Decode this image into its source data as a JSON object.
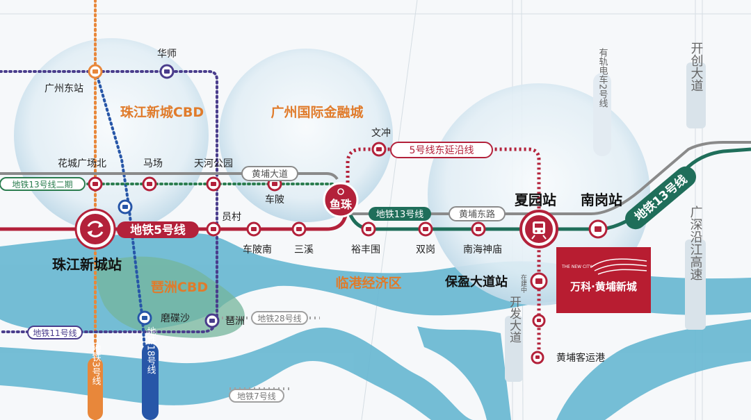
{
  "colors": {
    "line5": "#b3213a",
    "line13": "#1f6e5a",
    "line13b": "#2b7d4f",
    "line11": "#4a3d8c",
    "line18": "#2756a8",
    "line3": "#e8873a",
    "line5east": "#b3213a",
    "gray": "#7d7d7d",
    "district": "#e07b2b",
    "river": "#5fb0cc",
    "cbdArea": "#74b59b",
    "brandBg": "#b81d31"
  },
  "districts": {
    "zhujiang_cbd": "珠江新城CBD",
    "ifc": "广州国际金融城",
    "pazhou_cbd": "琶洲CBD",
    "lingang": "临港经济区"
  },
  "line_labels": {
    "l5": "地铁5号线",
    "l13_phase2": "地铁13号线二期",
    "l13": "地铁13号线",
    "l13_diag": "地铁13号线",
    "l5_east": "5号线东延沿线",
    "l11": "地铁11号线",
    "l28": "地铁28号线",
    "l7": "地铁7号线",
    "l3": "地铁3号线",
    "l18": "地铁18号线",
    "tram2": "有轨电车2号线"
  },
  "roads": {
    "huangpu_dadao": "黄埔大道",
    "huangpu_donglu": "黄埔东路",
    "kaichuang": "开创大道",
    "kaifa": "开发大道",
    "guangshen": "广深沿江高速"
  },
  "stations": {
    "guangzhou_east": "广州东站",
    "huashi": "华师",
    "huacheng": "花城广场北",
    "machang": "马场",
    "tianhe_park": "天河公园",
    "chebei": "车陂",
    "yuancun": "员村",
    "chebeinan": "车陂南",
    "sanxi": "三溪",
    "yuzhu": "鱼珠",
    "wenchong": "文冲",
    "yufengwei": "裕丰围",
    "shuanggang": "双岗",
    "nanhai": "南海神庙",
    "xiayuan": "夏园站",
    "nangang": "南岗站",
    "zhujiang_xincheng": "珠江新城站",
    "modiesha": "磨碟沙",
    "pazhou": "琶洲",
    "baoying": "保盈大道站",
    "baoying_note": "在建中",
    "huangpu_port": "黄埔客运港"
  },
  "brand": {
    "sub": "THE NEW CITY",
    "name": "万科·黄埔新城"
  },
  "icons": [
    "transfer-icon",
    "metro-train-icon",
    "station-icon"
  ]
}
